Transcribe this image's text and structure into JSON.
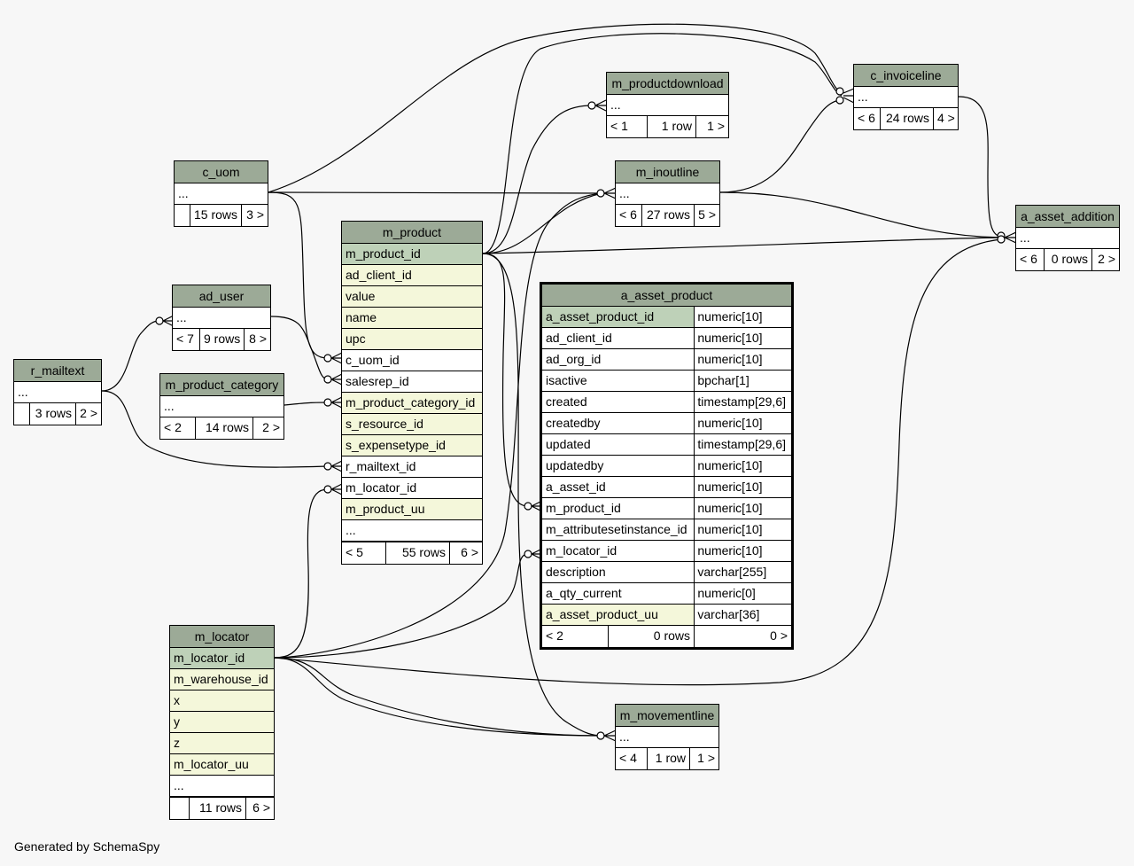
{
  "footer": "Generated by SchemaSpy",
  "tables": {
    "c_uom": {
      "name": "c_uom",
      "rows": [
        "..."
      ],
      "footer": [
        "",
        "15 rows",
        "3 >"
      ]
    },
    "ad_user": {
      "name": "ad_user",
      "rows": [
        "..."
      ],
      "footer": [
        "< 7",
        "9 rows",
        "8 >"
      ]
    },
    "r_mailtext": {
      "name": "r_mailtext",
      "rows": [
        "..."
      ],
      "footer": [
        "",
        "3 rows",
        "2 >"
      ]
    },
    "m_product_category": {
      "name": "m_product_category",
      "rows": [
        "..."
      ],
      "footer": [
        "< 2",
        "14 rows",
        "2 >"
      ]
    },
    "m_product": {
      "name": "m_product",
      "rows": [
        "m_product_id",
        "ad_client_id",
        "value",
        "name",
        "upc",
        "c_uom_id",
        "salesrep_id",
        "m_product_category_id",
        "s_resource_id",
        "s_expensetype_id",
        "r_mailtext_id",
        "m_locator_id",
        "m_product_uu",
        "..."
      ],
      "footer": [
        "< 5",
        "55 rows",
        "6 >"
      ]
    },
    "m_locator": {
      "name": "m_locator",
      "rows": [
        "m_locator_id",
        "m_warehouse_id",
        "x",
        "y",
        "z",
        "m_locator_uu",
        "..."
      ],
      "footer": [
        "",
        "11 rows",
        "6 >"
      ]
    },
    "m_productdownload": {
      "name": "m_productdownload",
      "rows": [
        "..."
      ],
      "footer": [
        "< 1",
        "1 row",
        "1 >"
      ]
    },
    "m_inoutline": {
      "name": "m_inoutline",
      "rows": [
        "..."
      ],
      "footer": [
        "< 6",
        "27 rows",
        "5 >"
      ]
    },
    "c_invoiceline": {
      "name": "c_invoiceline",
      "rows": [
        "..."
      ],
      "footer": [
        "< 6",
        "24 rows",
        "4 >"
      ]
    },
    "a_asset_addition": {
      "name": "a_asset_addition",
      "rows": [
        "..."
      ],
      "footer": [
        "< 6",
        "0 rows",
        "2 >"
      ]
    },
    "m_movementline": {
      "name": "m_movementline",
      "rows": [
        "..."
      ],
      "footer": [
        "< 4",
        "1 row",
        "1 >"
      ]
    },
    "a_asset_product": {
      "name": "a_asset_product",
      "columns": [
        {
          "name": "a_asset_product_id",
          "type": "numeric[10]"
        },
        {
          "name": "ad_client_id",
          "type": "numeric[10]"
        },
        {
          "name": "ad_org_id",
          "type": "numeric[10]"
        },
        {
          "name": "isactive",
          "type": "bpchar[1]"
        },
        {
          "name": "created",
          "type": "timestamp[29,6]"
        },
        {
          "name": "createdby",
          "type": "numeric[10]"
        },
        {
          "name": "updated",
          "type": "timestamp[29,6]"
        },
        {
          "name": "updatedby",
          "type": "numeric[10]"
        },
        {
          "name": "a_asset_id",
          "type": "numeric[10]"
        },
        {
          "name": "m_product_id",
          "type": "numeric[10]"
        },
        {
          "name": "m_attributesetinstance_id",
          "type": "numeric[10]"
        },
        {
          "name": "m_locator_id",
          "type": "numeric[10]"
        },
        {
          "name": "description",
          "type": "varchar[255]"
        },
        {
          "name": "a_qty_current",
          "type": "numeric[0]"
        },
        {
          "name": "a_asset_product_uu",
          "type": "varchar[36]"
        }
      ],
      "footer": [
        "< 2",
        "0 rows",
        "0 >"
      ]
    }
  },
  "colors": {
    "header": "#9caa97",
    "primary_key": "#bed1b8",
    "indexed": "#f4f7da",
    "background": "#f7f7f7"
  }
}
